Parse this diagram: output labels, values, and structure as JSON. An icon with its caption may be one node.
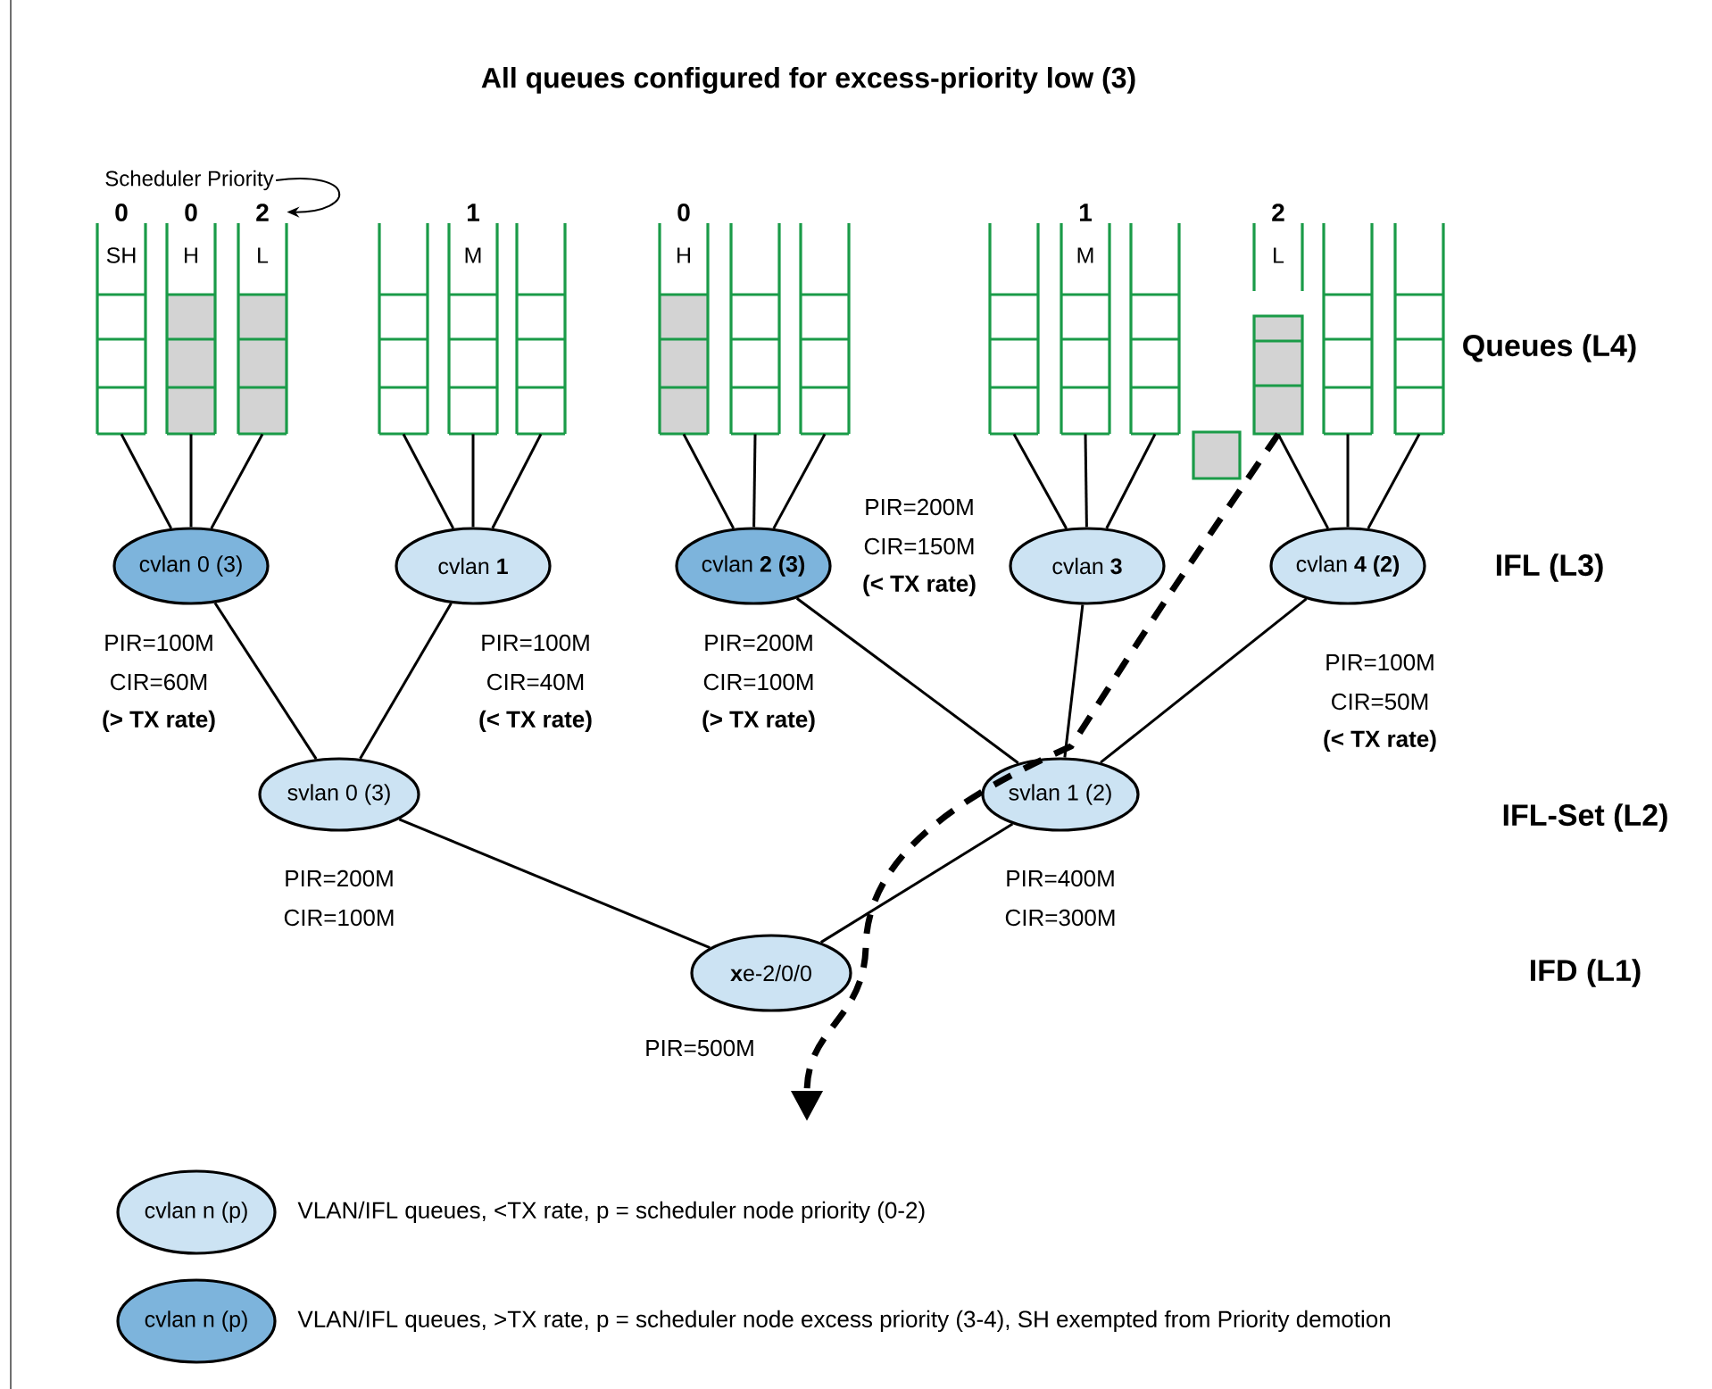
{
  "diagram": {
    "title": "All queues configured for excess-priority low (3)",
    "nodes": [
      {
        "text": [
          "Scheduler Priority"
        ]
      },
      {
        "text": [
          "0",
          "SH"
        ]
      },
      {
        "text": [
          "0",
          "H"
        ]
      },
      {
        "text": [
          "2",
          "L"
        ]
      },
      {
        "text": [],
        "shape": "box"
      },
      {
        "text": [
          "1",
          "M"
        ]
      },
      {
        "text": [],
        "shape": "box"
      },
      {
        "text": [
          "0",
          "H"
        ]
      },
      {
        "text": [],
        "shape": "box"
      },
      {
        "text": [],
        "shape": "box"
      },
      {
        "text": [],
        "shape": "box"
      },
      {
        "text": [
          "1",
          "M"
        ]
      },
      {
        "text": [],
        "shape": "box"
      },
      {
        "text": [
          "2",
          "L"
        ]
      },
      {
        "text": [],
        "shape": "box"
      },
      {
        "text": [],
        "shape": "box"
      },
      {
        "text": [],
        "shape": "box"
      },
      {
        "text": [
          "cvlan 0 (3)"
        ],
        "beside": [
          "PIR=100M",
          "CIR=60M",
          "(> TX rate)"
        ]
      },
      {
        "text": [
          "cvlan **1**"
        ],
        "beside": [
          "PIR=100M",
          "CIR=40M",
          "(< TX rate)"
        ]
      },
      {
        "text": [
          "cvlan **2 (3)**"
        ],
        "beside": [
          "PIR=200M",
          "CIR=100M",
          "(> TX rate)"
        ]
      },
      {
        "text": [
          "cvlan **3**"
        ],
        "beside": [
          "PIR=200M",
          "CIR=150M",
          "(< TX rate)"
        ]
      },
      {
        "text": [
          "cvlan **4 (2)**"
        ],
        "beside": [
          "PIR=100M",
          "CIR=50M",
          "(< TX rate)"
        ]
      },
      {
        "text": [
          "svlan 0 (3)"
        ],
        "beside": [
          "PIR=200M",
          "CIR=100M"
        ]
      },
      {
        "text": [
          "svlan 1 (2)"
        ],
        "beside": [
          "PIR=400M",
          "CIR=300M"
        ]
      },
      {
        "text": [
          "**x**e-2/0/0"
        ],
        "beside": [
          "PIR=500M"
        ]
      }
    ],
    "edges": [
      {
        "from": 0,
        "to": 3,
        "arrow": "to"
      },
      {
        "from": 1,
        "to": 17,
        "arrow": "none"
      },
      {
        "from": 2,
        "to": 17,
        "arrow": "none"
      },
      {
        "from": 3,
        "to": 17,
        "arrow": "none"
      },
      {
        "from": 4,
        "to": 18,
        "arrow": "none"
      },
      {
        "from": 5,
        "to": 18,
        "arrow": "none"
      },
      {
        "from": 6,
        "to": 18,
        "arrow": "none"
      },
      {
        "from": 7,
        "to": 19,
        "arrow": "none"
      },
      {
        "from": 8,
        "to": 19,
        "arrow": "none"
      },
      {
        "from": 9,
        "to": 19,
        "arrow": "none"
      },
      {
        "from": 10,
        "to": 20,
        "arrow": "none"
      },
      {
        "from": 11,
        "to": 20,
        "arrow": "none"
      },
      {
        "from": 12,
        "to": 20,
        "arrow": "none"
      },
      {
        "from": 13,
        "to": 21,
        "arrow": "none"
      },
      {
        "from": 14,
        "to": 21,
        "arrow": "none"
      },
      {
        "from": 15,
        "to": 21,
        "arrow": "none"
      },
      {
        "from": 17,
        "to": 22,
        "arrow": "none"
      },
      {
        "from": 18,
        "to": 22,
        "arrow": "none"
      },
      {
        "from": 19,
        "to": 23,
        "arrow": "none"
      },
      {
        "from": 20,
        "to": 23,
        "arrow": "none"
      },
      {
        "from": 21,
        "to": 23,
        "arrow": "none"
      },
      {
        "from": 22,
        "to": 24,
        "arrow": "none"
      },
      {
        "from": 23,
        "to": 24,
        "arrow": "none"
      },
      {
        "from": 13,
        "to": null,
        "arrow": "to",
        "style": "dashed"
      }
    ],
    "labels": [
      "Queues (L4)",
      "IFL (L3)",
      "IFL-Set (L2)",
      "IFD (L1)",
      "cvlan n (p)",
      "cvlan n (p)"
    ],
    "legend": [
      {
        "text": "VLAN/IFL queues, <TX rate, p = scheduler node priority (0-2)",
        "color": "#cce3f3"
      },
      {
        "text": "VLAN/IFL queues, >TX rate, p = scheduler node excess priority (3-4), SH exempted from Priority demotion",
        "color": "#7db4dc"
      }
    ]
  }
}
